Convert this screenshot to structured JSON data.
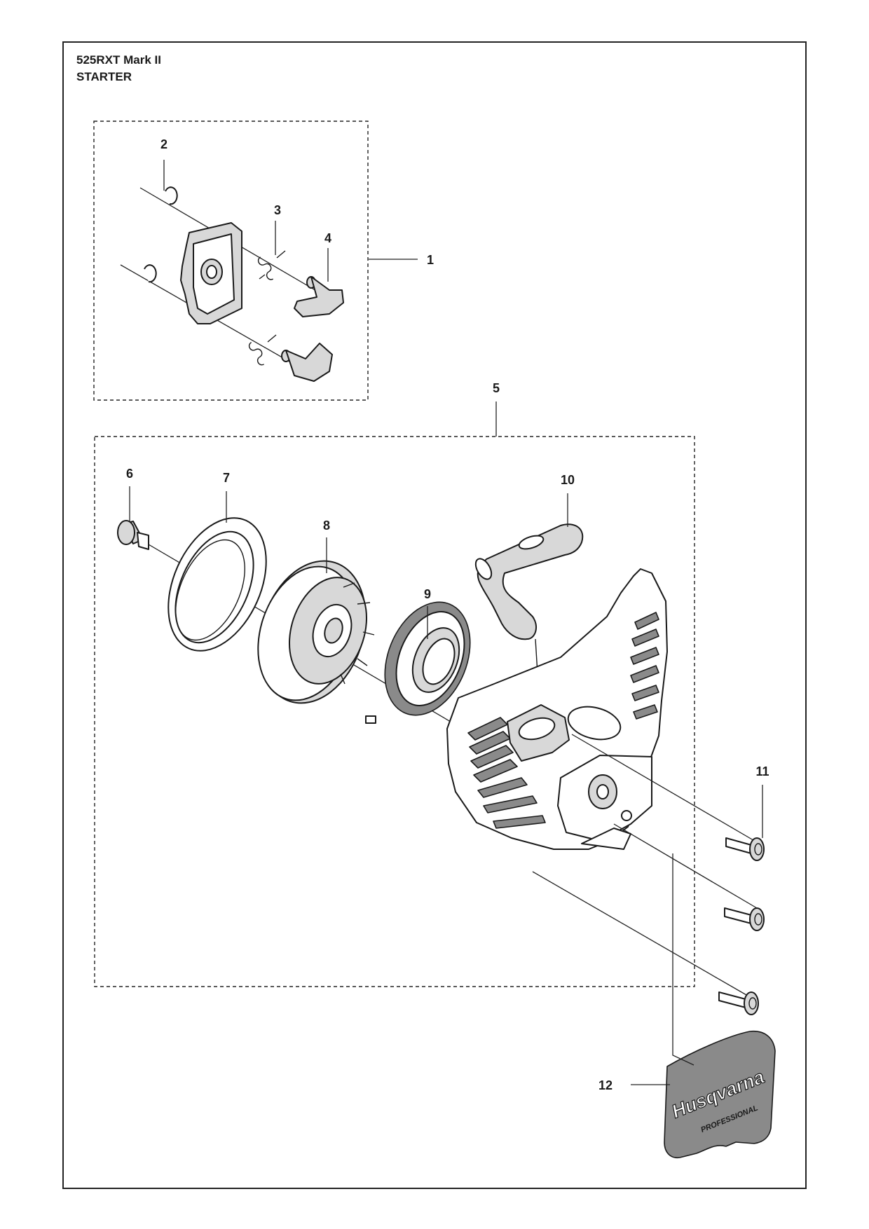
{
  "header": {
    "model": "525RXT Mark II",
    "section": "STARTER"
  },
  "callouts": [
    {
      "id": "c1",
      "label": "1"
    },
    {
      "id": "c2",
      "label": "2"
    },
    {
      "id": "c3",
      "label": "3"
    },
    {
      "id": "c4",
      "label": "4"
    },
    {
      "id": "c5",
      "label": "5"
    },
    {
      "id": "c6",
      "label": "6"
    },
    {
      "id": "c7",
      "label": "7"
    },
    {
      "id": "c8",
      "label": "8"
    },
    {
      "id": "c9",
      "label": "9"
    },
    {
      "id": "c10",
      "label": "10"
    },
    {
      "id": "c11",
      "label": "11"
    },
    {
      "id": "c12",
      "label": "12"
    }
  ],
  "decal": {
    "brand": "Husqvarna",
    "tagline": "PROFESSIONAL"
  }
}
